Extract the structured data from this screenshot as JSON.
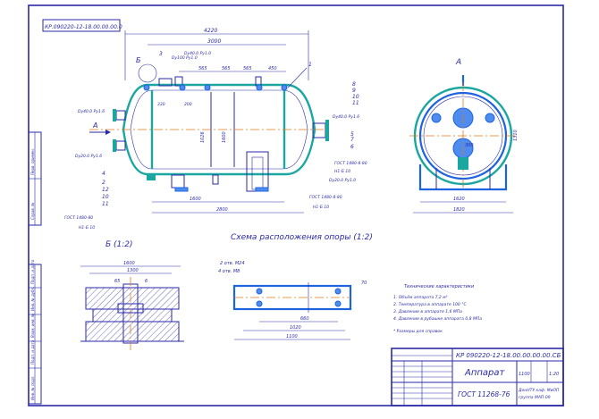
{
  "stamp_top": "КР.090220-12-18.00.00.00.0",
  "main_view": {
    "dims": {
      "overall": "4220",
      "body": "3000",
      "seg1": "565",
      "seg2": "565",
      "seg3": "565",
      "seg4": "450",
      "vert_left": "1026",
      "vert_mid": "1600",
      "bottom_1600": "1600",
      "bottom_2800": "2800",
      "small_330": "330",
      "small_200": "200"
    },
    "nozzles": {
      "left_top": "Dу40.0 Py1.6",
      "left_bottom": "Dу20.0 Py1.6",
      "top_1": "Dу100 Py1.0",
      "top_2": "Dу40.0 Py1.0",
      "right": "Dу40.0 Py1.6",
      "right_2": "Dу20.0 Py1.0",
      "gost_1": "ГОСТ 1480-8-80",
      "gost_2": "ГОСТ 1480-8-80",
      "gost_3": "ГОСТ 1480-80",
      "h1": "H1-Б 10",
      "h2": "H1-Б 10",
      "h3": "H1-Б 10"
    },
    "view_b_mark": "Б",
    "view_a_arrow": "А",
    "callouts": [
      "1",
      "2",
      "3",
      "4",
      "5",
      "6",
      "7",
      "8",
      "9",
      "10",
      "11",
      "12",
      "10",
      "11"
    ]
  },
  "section_a": {
    "title": "А",
    "dims": {
      "d1": "1620",
      "d2": "1820",
      "h": "1310",
      "small": "300"
    }
  },
  "detail_b": {
    "title": "Б (1:2)",
    "dims": {
      "top1": "1600",
      "top2": "1300",
      "a": "65",
      "b": "6"
    }
  },
  "support_scheme": {
    "title": "Схема расположения опоры (1:2)",
    "label_1": "2 отв. M24",
    "label_2": "4 отв. M8",
    "dims": {
      "d1": "660",
      "d2": "1020",
      "d3": "1100",
      "r": "70"
    }
  },
  "tech": {
    "title": "Технические характеристики",
    "items": [
      "1. Объём аппарата 7,2 м³",
      "2. Температура в аппарате 100 °С",
      "3. Давление в аппарате 1,6 МПа",
      "4. Давление в рубашке аппарата 0,8 МПа"
    ],
    "note": "* Размеры для справок"
  },
  "titleblock": {
    "code": "КР 090220-12-18.00.00.00.00.СБ",
    "name": "Аппарат",
    "gost": "ГОСТ 11268-76",
    "org": "ДонНТУ каф. МиОП",
    "group": "группа МАП-09",
    "scale": "1:20",
    "mass": "1100"
  },
  "side_strip": [
    "Перв. примен.",
    "Справ. №",
    "Подп. и дата",
    "Инв. № дубл.",
    "Взам. инв. №",
    "Подп. и дата",
    "Инв. № подл."
  ]
}
